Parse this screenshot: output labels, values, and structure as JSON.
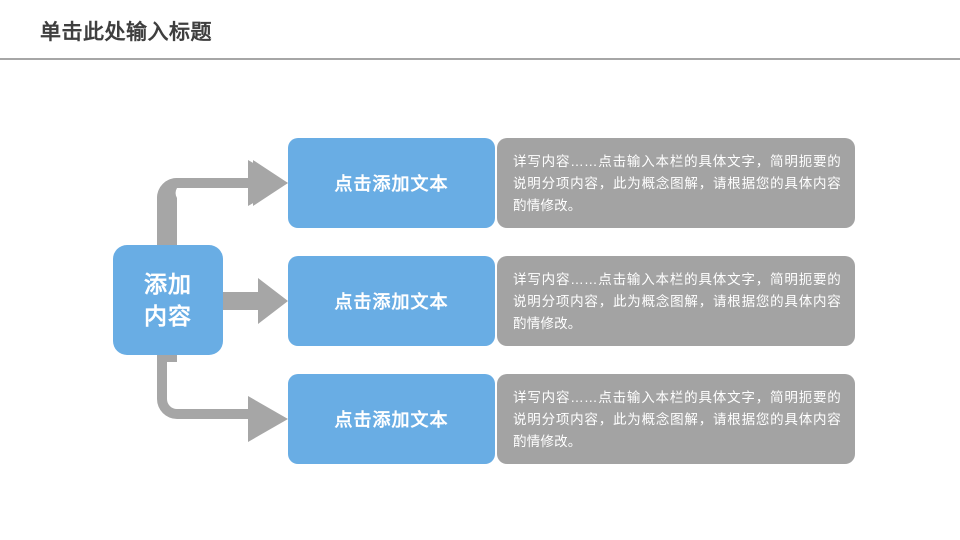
{
  "header": {
    "title": "单击此处输入标题"
  },
  "diagram": {
    "hub": {
      "line1": "添加",
      "line2": "内容"
    },
    "branches": [
      {
        "label": "点击添加文本",
        "description": "详写内容……点击输入本栏的具体文字，简明扼要的说明分项内容，此为概念图解，请根据您的具体内容酌情修改。",
        "connector": "elbow-up-arrow-icon"
      },
      {
        "label": "点击添加文本",
        "description": "详写内容……点击输入本栏的具体文字，简明扼要的说明分项内容，此为概念图解，请根据您的具体内容酌情修改。",
        "connector": "straight-right-arrow-icon"
      },
      {
        "label": "点击添加文本",
        "description": "详写内容……点击输入本栏的具体文字，简明扼要的说明分项内容，此为概念图解，请根据您的具体内容酌情修改。",
        "connector": "elbow-down-arrow-icon"
      }
    ]
  },
  "colors": {
    "accent_blue": "#69ade4",
    "neutral_gray": "#a3a3a3",
    "connector_gray": "#a6a6a6",
    "title_text": "#3f3f3f",
    "rule": "#a6a6a6",
    "background": "#ffffff"
  }
}
